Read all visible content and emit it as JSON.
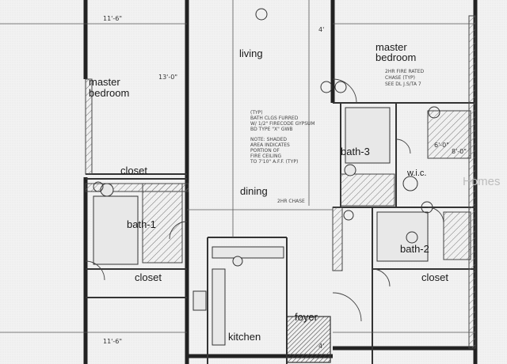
{
  "rooms": {
    "living": "living",
    "master_bedroom_left": "master\nbedroom",
    "master_bedroom_right": "master\nbedroom",
    "dining": "dining",
    "kitchen": "kitchen",
    "foyer": "foyer",
    "bath_1": "bath-1",
    "bath_2": "bath-2",
    "bath_3": "bath-3",
    "closet_top_left": "closet",
    "closet_bottom_left": "closet",
    "closet_bottom_right": "closet",
    "wic": "w.i.c."
  },
  "annotations": {
    "chase": "2HR CHASE",
    "fire_rated_chase": "2HR FIRE RATED\nCHASE (TYP)\nSEE DL J.S/TA 7",
    "typ_note": "(TYP)\nBATH CLGS FURRED\nW/ 1/2\" FIRECODE GYPSUM\nBD TYPE \"X\" GWB",
    "shaded_note": "NOTE: SHADED\nAREA INDICATES\nPORTION OF\nFIRE CEILING\nTO 7'10\" A.F.F. (TYP)",
    "watermark": "Homes"
  },
  "dimensions": [
    "11'-6\"",
    "4'",
    "13'-0\"",
    "6'-0\"",
    "8'-0\"",
    "4'",
    "11'-6\""
  ]
}
